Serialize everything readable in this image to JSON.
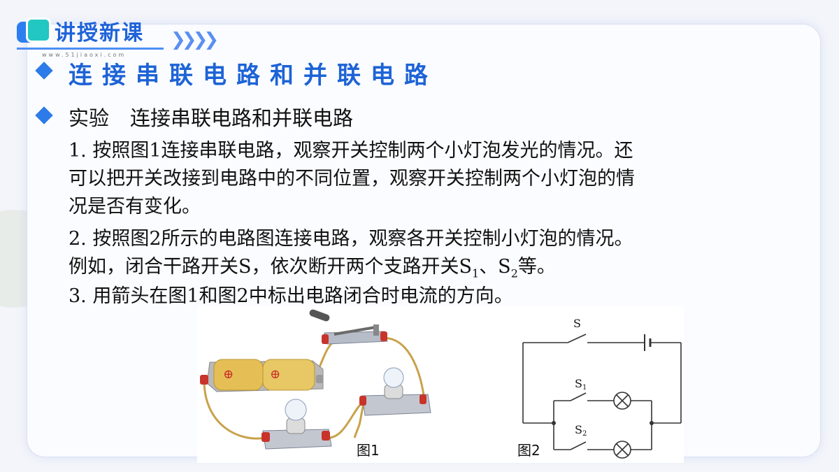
{
  "header": {
    "section": "讲授新课",
    "site": "www.51jiaoxi.com"
  },
  "title": "连接串联电路和并联电路",
  "subtitle": {
    "label": "实验",
    "text": "连接串联电路和并联电路"
  },
  "paragraphs": {
    "p1a": "1. 按照图1连接串联电路，观察开关控制两个小灯泡发光的情况。还",
    "p1b": "可以把开关改接到电路中的不同位置，观察开关控制两个小灯泡的情",
    "p1c": "况是否有变化。",
    "p2a": "2. 按照图2所示的电路图连接电路，观察各开关控制小灯泡的情况。",
    "p2b_1": "例如，闭合干路开关S，依次断开两个支路开关S",
    "p2b_sub1": "1",
    "p2b_2": "、S",
    "p2b_sub2": "2",
    "p2b_3": "等。",
    "p3": "3. 用箭头在图1和图2中标出电路闭合时电流的方向。"
  },
  "figures": {
    "fig1_label": "图1",
    "fig2_label": "图2",
    "battery_symbol": "⊕",
    "switch_main": "S",
    "switch_1": "S",
    "switch_1_sub": "1",
    "switch_2": "S",
    "switch_2_sub": "2"
  },
  "colors": {
    "accent": "#1f63d8",
    "teal": "#22c7c2",
    "wire": "#c8a24a",
    "terminal": "#c8342a"
  }
}
